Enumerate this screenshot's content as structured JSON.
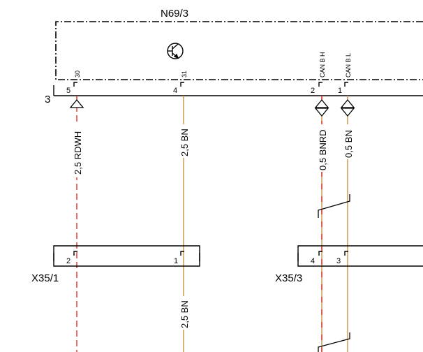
{
  "component": {
    "name": "N69/3",
    "connector_id": "3"
  },
  "component_pins": [
    {
      "number": "5",
      "function": "30"
    },
    {
      "number": "4",
      "function": "31"
    },
    {
      "number": "2",
      "function": "CAN B H"
    },
    {
      "number": "1",
      "function": "CAN B L"
    }
  ],
  "wires": [
    {
      "label": "2,5 RDWH",
      "colors": [
        "#e0201c",
        "#f2f2f2"
      ]
    },
    {
      "label": "2,5 BN",
      "colors": [
        "#c8914a"
      ]
    },
    {
      "label": "0,5 BNRD",
      "colors": [
        "#c8914a",
        "#e0201c"
      ]
    },
    {
      "label": "0,5 BN",
      "colors": [
        "#c8914a"
      ]
    }
  ],
  "connectors": [
    {
      "name": "X35/1",
      "pins": [
        "2",
        "1"
      ]
    },
    {
      "name": "X35/3",
      "pins": [
        "4",
        "3"
      ]
    }
  ],
  "lower_wire_label": "2,5 BN"
}
